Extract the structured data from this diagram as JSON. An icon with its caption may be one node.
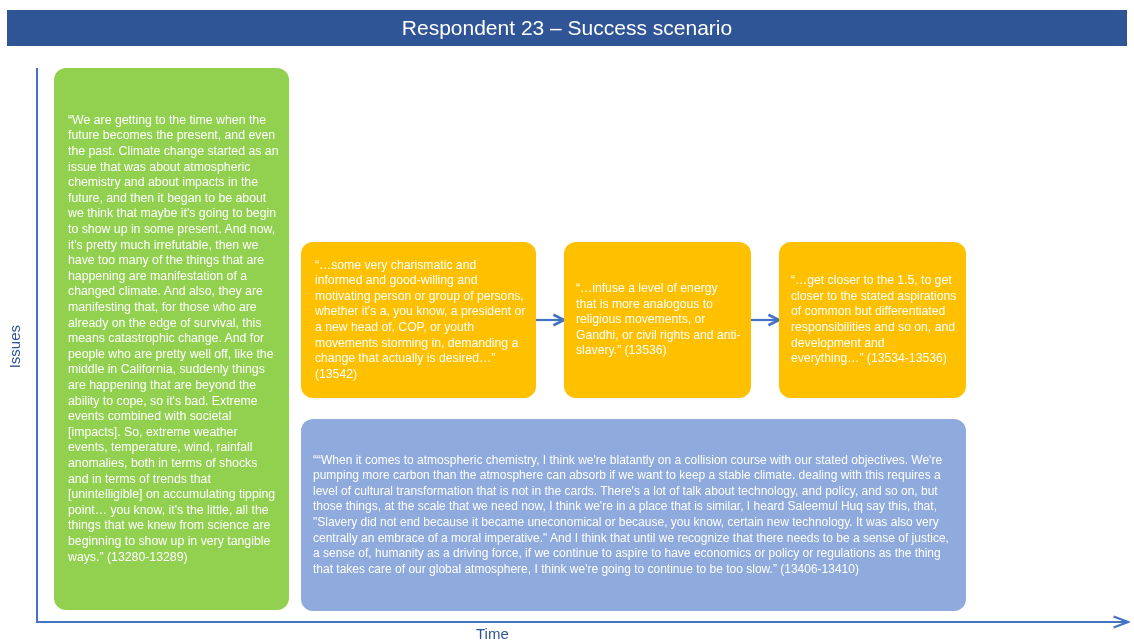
{
  "diagram": {
    "title": "Respondent 23 – Success scenario",
    "nodes": [
      {
        "text": [
          "“We are getting to the time when the future becomes the present, and even the past. Climate change started as an issue that was about atmospheric chemistry and about impacts in the future, and then it began to be about we think that maybe it's going to begin to show up in some present. And now, it's pretty much irrefutable, then we have too many of the things that are happening are manifestation of a changed climate.  And also, they are manifesting that, for those who are already on the edge of survival, this means catastrophic change. And for people who are pretty well off, like the middle in California, suddenly things are happening that are beyond the ability to cope, so it's bad. Extreme events combined with societal [impacts]. So, extreme weather events, temperature, wind, rainfall anomalies, both in terms of shocks and in terms of trends that [unintelligible] on accumulating tipping point… you know, it's the little, all the things that we knew from science are beginning to show up in very tangible ways.” (13280-13289)"
        ]
      },
      {
        "text": [
          "“…some very charismatic and informed and good-willing and motivating person or group of persons, whether it's a, you know, a president or a new head of, COP, or youth movements storming in, demanding a change that actually is desired…” (13542)"
        ]
      },
      {
        "text": [
          "“…infuse a level of energy that is more analogous to religious movements, or Gandhi, or civil rights and anti-slavery.” (13536)"
        ]
      },
      {
        "text": [
          "“…get closer to the 1.5, to get closer to the stated aspirations of common but differentiated responsibilities and so on, and development and everything…” (13534-13536)"
        ]
      },
      {
        "text": [
          "““When it comes to atmospheric chemistry, I think we're blatantly on a collision course with our stated objectives. We're pumping more carbon than the atmosphere can absorb if we want to keep a stable climate. dealing with this requires a level of cultural transformation that is not in the cards. There's a lot of talk about technology, and policy, and so on, but those things, at the scale that we need now, I think we're in a place that is similar, I heard Saleemul Huq say this, that, \"Slavery did not end because it became uneconomical or because, you know, certain new technology. It was also very centrally an embrace of a moral imperative.\" And I think that until we recognize that there needs to be a sense of justice, a sense of, humanity as a driving force, if we continue to aspire to have economics or policy or regulations as the thing that takes care of our global atmosphere, I think we're going to continue to be too slow.” (13406-13410)"
        ]
      }
    ],
    "edges": [
      {
        "from": 1,
        "to": 2,
        "arrow": "to"
      },
      {
        "from": 2,
        "to": 3,
        "arrow": "to"
      }
    ],
    "labels": [
      "Issues",
      "Time"
    ]
  }
}
